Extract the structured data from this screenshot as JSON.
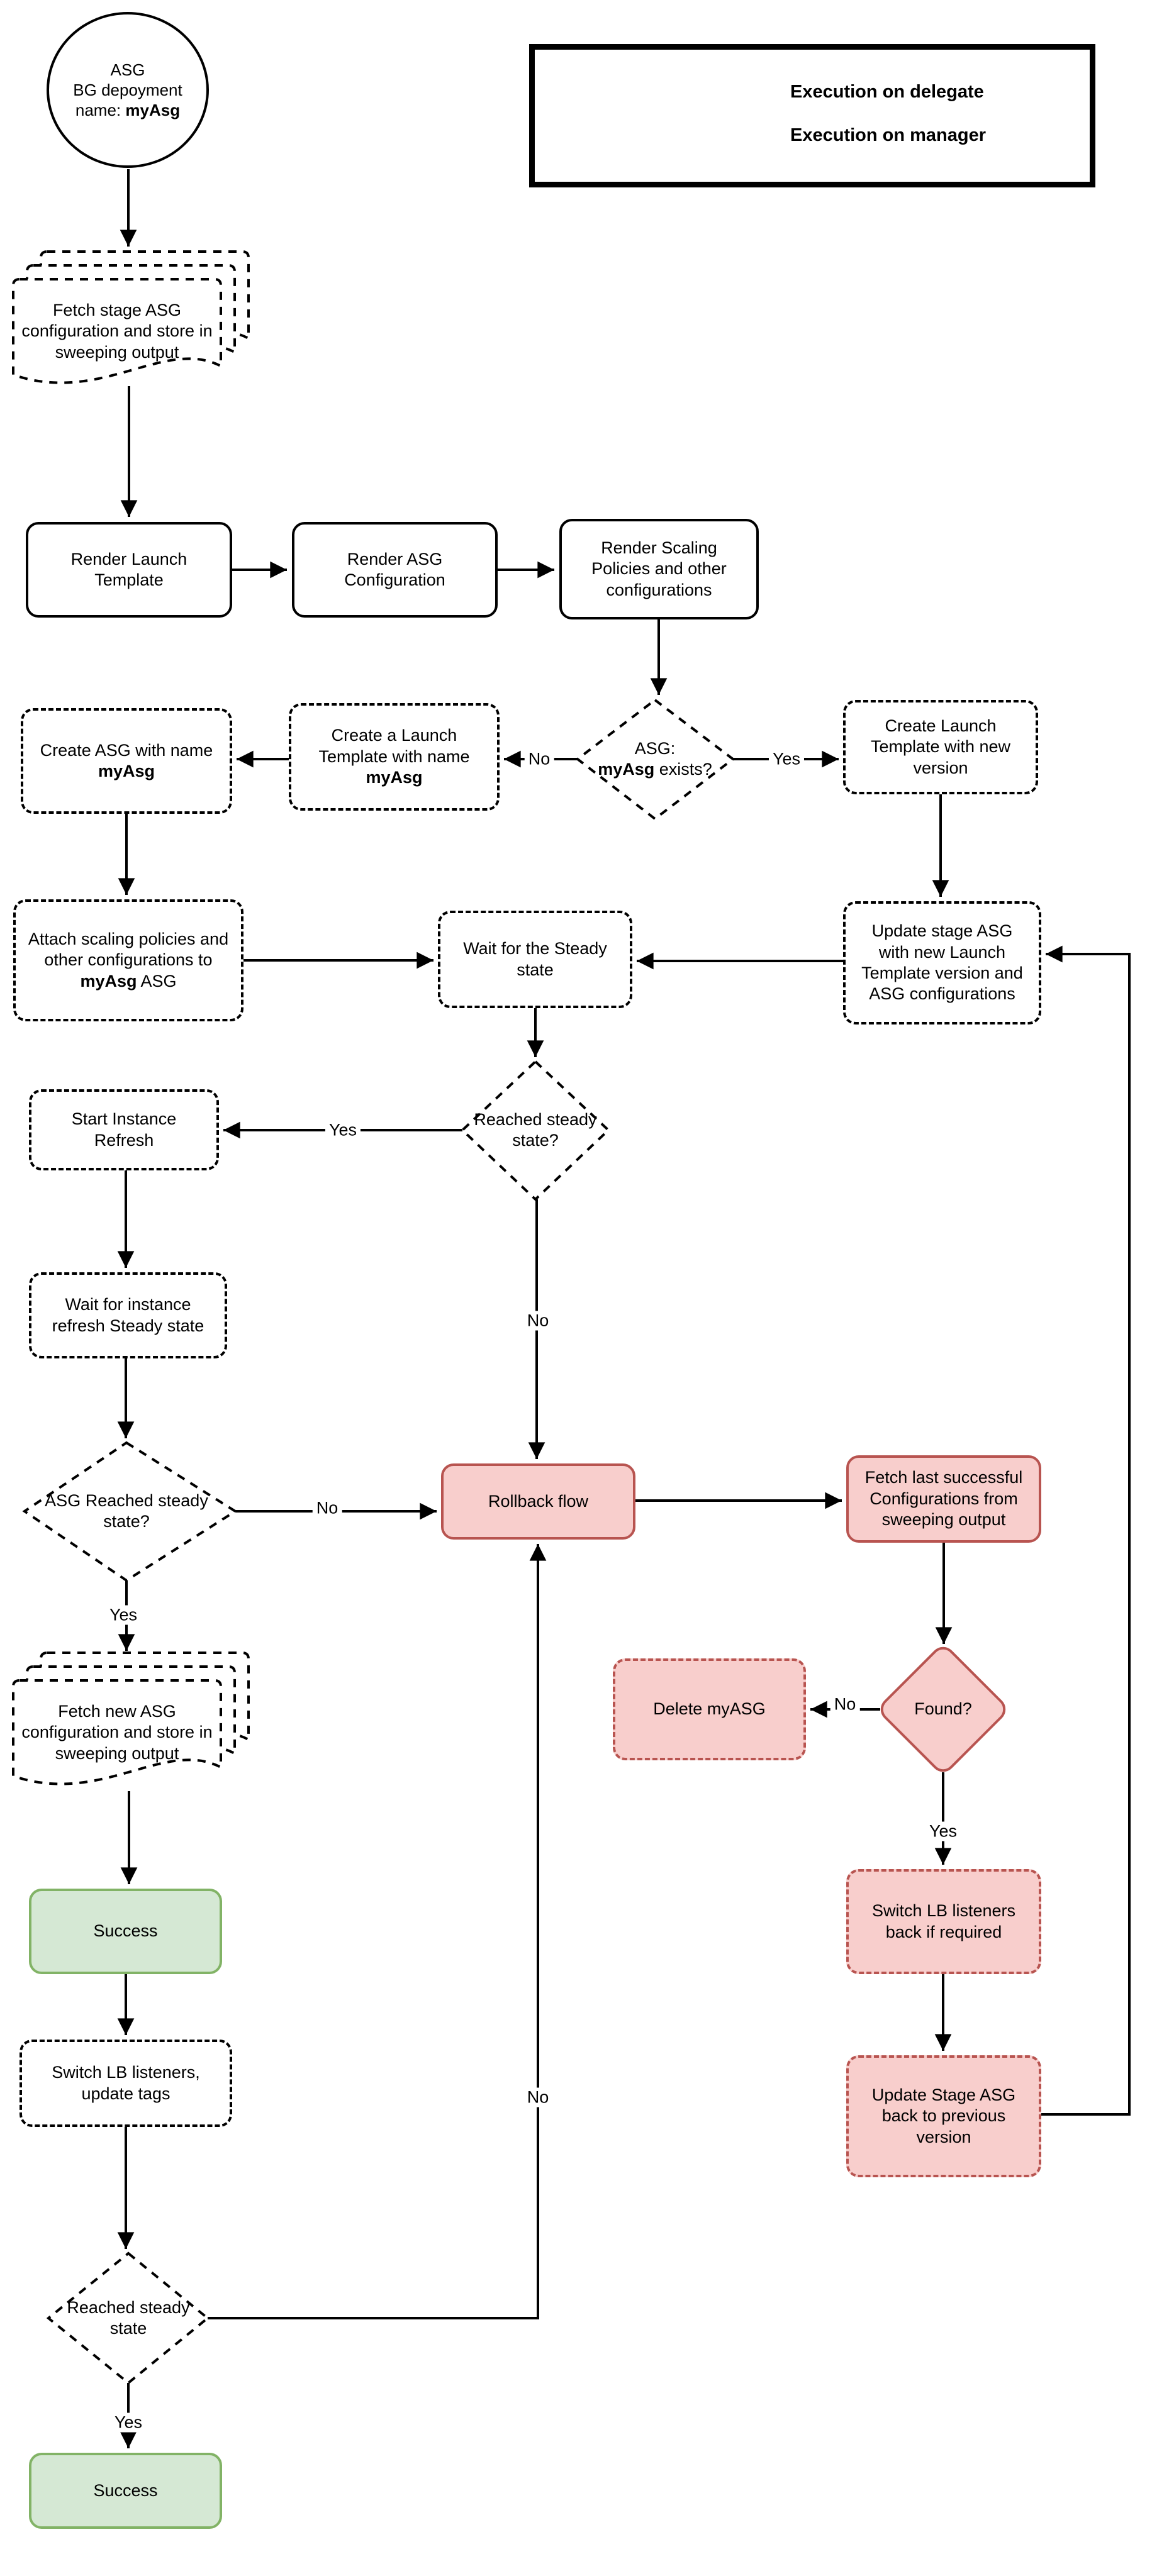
{
  "legend": {
    "delegate": "Execution on delegate",
    "manager": "Execution on manager"
  },
  "labels": {
    "yes": "Yes",
    "no": "No"
  },
  "colors": {
    "pink_fill": "#f8cecc",
    "pink_border": "#b85450",
    "green_fill": "#d5e8d4",
    "green_border": "#82b366",
    "line": "#000000"
  },
  "nodes": {
    "start": {
      "l1": "ASG",
      "l2": "BG depoyment",
      "l3a": "name: ",
      "l3b": "myAsg"
    },
    "fetch_stage": "Fetch stage ASG configuration and store in sweeping output",
    "render_launch": "Render Launch Template",
    "render_asg": "Render ASG Configuration",
    "render_scaling": "Render Scaling Policies and other configurations",
    "asg_exists": {
      "l1": "ASG:",
      "l2b": "myAsg",
      "l2a": " exists?"
    },
    "create_launch_named": {
      "a": "Create a Launch Template with name ",
      "b": "myAsg"
    },
    "create_asg_named": {
      "a": "Create ASG with name ",
      "b": "myAsg"
    },
    "create_launch_new": "Create Launch Template with new version",
    "attach_scaling": {
      "a": "Attach scaling policies and other configurations to ",
      "b": "myAsg",
      "c": " ASG"
    },
    "wait_steady": "Wait for the Steady state",
    "update_stage_asg": "Update stage ASG with new Launch Template version and ASG configurations",
    "reached_steady_q": "Reached steady state?",
    "start_instance_refresh": "Start Instance Refresh",
    "wait_instance_refresh": "Wait for instance refresh Steady state",
    "asg_reached_q": "ASG Reached steady state?",
    "rollback": "Rollback flow",
    "fetch_last": "Fetch last successful Configurations from sweeping output",
    "found_q": "Found?",
    "delete_myasg": "Delete myASG",
    "switch_lb_back": "Switch LB listeners back if required",
    "update_stage_back": "Update Stage ASG back to previous version",
    "fetch_new": "Fetch new ASG configuration and store in sweeping output",
    "success1": "Success",
    "switch_lb_tags": "Switch LB listeners, update tags",
    "reached_steady2": "Reached steady state",
    "success2": "Success"
  }
}
